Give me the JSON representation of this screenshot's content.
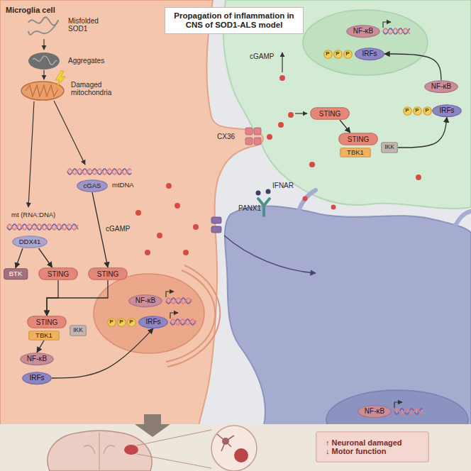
{
  "diagram": {
    "title": "Propagation of inflammation in CNS of SOD1-ALS model",
    "nodes": [
      {
        "text": [
          "DDX41"
        ]
      },
      {
        "text": [
          "cGAS"
        ]
      },
      {
        "text": [
          "BTK"
        ]
      },
      {
        "text": [
          "STING"
        ]
      },
      {
        "text": [
          "STING"
        ]
      },
      {
        "text": [
          "STING"
        ]
      },
      {
        "text": [
          "TBK1"
        ]
      },
      {
        "text": [
          "IKK"
        ]
      },
      {
        "text": [
          "NF-κB"
        ]
      },
      {
        "text": [
          "IRFs"
        ]
      },
      {
        "text": [
          "NF-κB"
        ]
      },
      {
        "text": [
          "P"
        ]
      },
      {
        "text": [
          "P"
        ]
      },
      {
        "text": [
          "P"
        ]
      },
      {
        "text": [
          "IRFs"
        ]
      },
      {
        "text": [
          "STING"
        ]
      },
      {
        "text": [
          "STING"
        ]
      },
      {
        "text": [
          "TBK1"
        ]
      },
      {
        "text": [
          "IKK"
        ]
      },
      {
        "text": [
          "NF-κB"
        ]
      },
      {
        "text": [
          "P"
        ]
      },
      {
        "text": [
          "P"
        ]
      },
      {
        "text": [
          "P"
        ]
      },
      {
        "text": [
          "IRFs"
        ]
      },
      {
        "text": [
          "NF-κB"
        ]
      },
      {
        "text": [
          "P"
        ]
      },
      {
        "text": [
          "P"
        ]
      },
      {
        "text": [
          "P"
        ]
      },
      {
        "text": [
          "IRFs"
        ]
      },
      {
        "text": [
          "NF-κB"
        ]
      },
      {
        "text": [
          "↑ Neuronal damaged",
          "↓ Motor function"
        ]
      }
    ],
    "edges": [
      {
        "from": 0,
        "to": 2,
        "arrow": "to"
      },
      {
        "from": 0,
        "to": 3,
        "arrow": "to"
      },
      {
        "from": 1,
        "to": 4,
        "label": "cGAMP",
        "arrow": "to"
      },
      {
        "from": 3,
        "to": 5,
        "arrow": "to"
      },
      {
        "from": 4,
        "to": 5,
        "arrow": "to"
      },
      {
        "from": 6,
        "to": 8,
        "arrow": "to"
      },
      {
        "from": 9,
        "to": 14,
        "arrow": "to"
      },
      {
        "from": 15,
        "to": 16,
        "arrow": "to"
      },
      {
        "from": 18,
        "to": 28,
        "arrow": "to"
      },
      {
        "from": 24,
        "to": 23,
        "arrow": "to"
      }
    ],
    "labels": [
      "Microglia cell",
      "Misfolded SOD1",
      "Aggregates",
      "Damaged mitochondria",
      "mt (RNA:DNA)",
      "mtDNA",
      "cGAMP",
      "CX36",
      "IFNAR",
      "PANX1"
    ]
  }
}
